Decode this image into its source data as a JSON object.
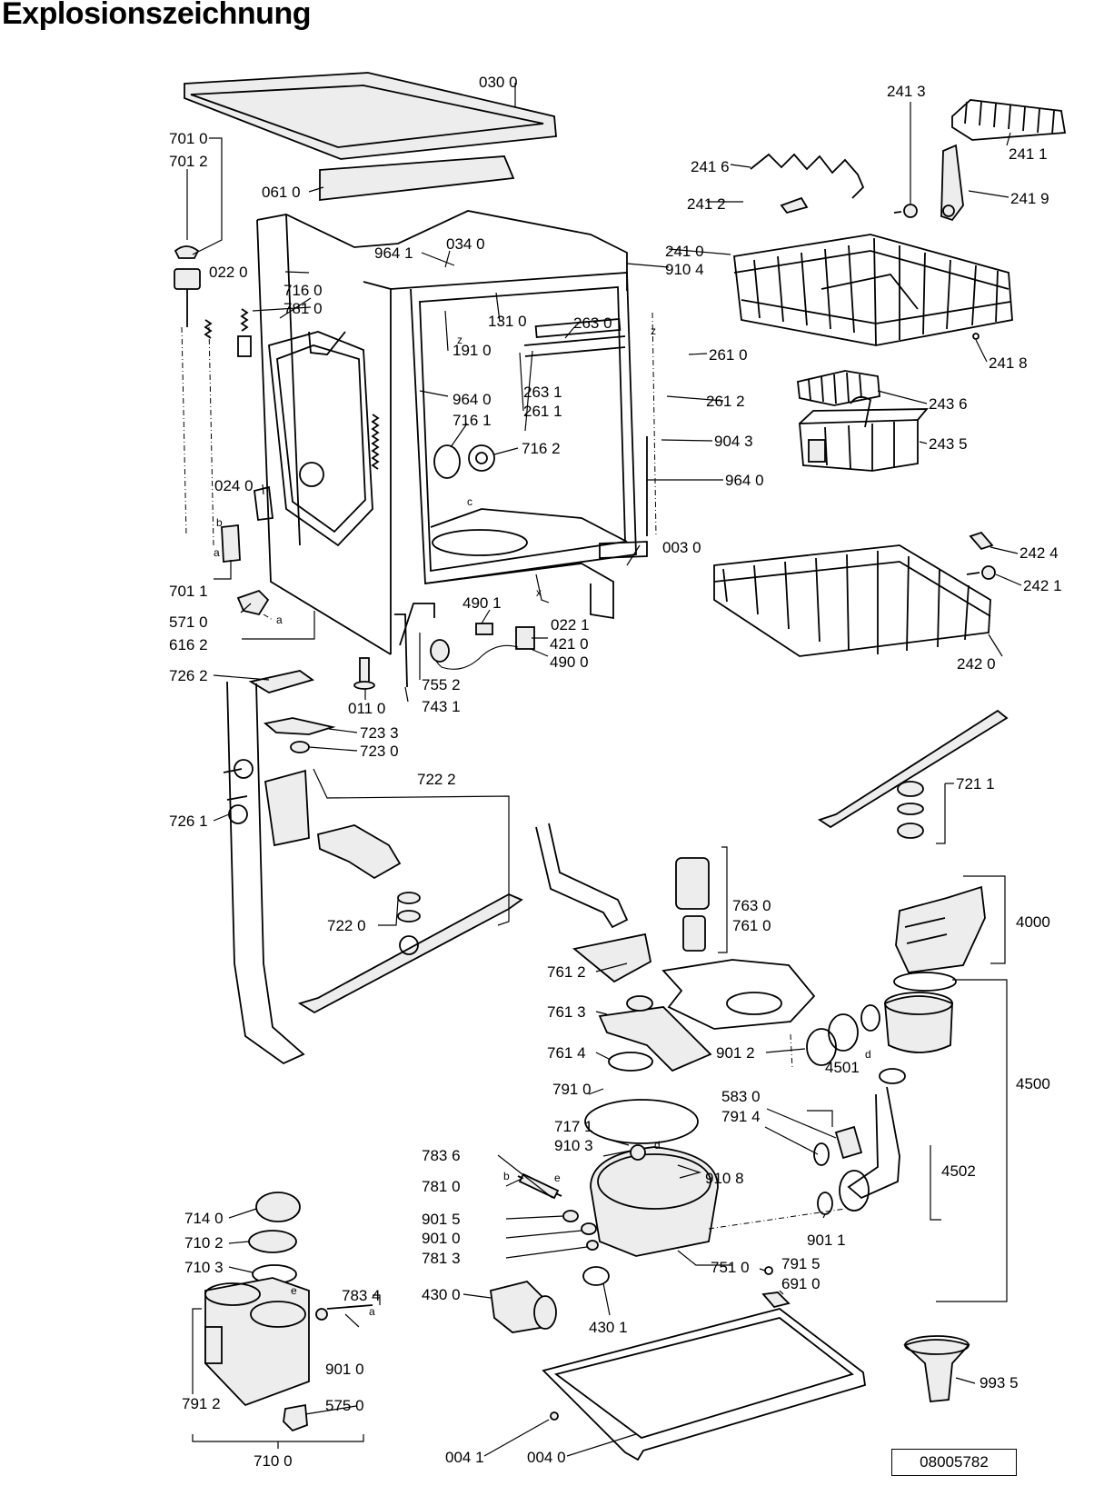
{
  "title": "Explosionszeichnung",
  "doc_number": "08005782",
  "parts": {
    "p0300": "030 0",
    "p0610": "061 0",
    "p7010": "701 0",
    "p7012": "701 2",
    "p0220": "022 0",
    "p7160": "716 0",
    "p7810": "781 0",
    "p9641": "964 1",
    "p0340": "034 0",
    "p1310": "131 0",
    "p2630": "263 0",
    "p1910": "191 0",
    "p9640a": "964 0",
    "p2631": "263 1",
    "p2611": "261 1",
    "p7161": "716 1",
    "p7162": "716 2",
    "p0240": "024 0",
    "p7011": "701 1",
    "p5710": "571 0",
    "p6162": "616 2",
    "p4901": "490 1",
    "p4210": "421 0",
    "p4900": "490 0",
    "p0221": "022 1",
    "p0030": "003 0",
    "p0110": "011 0",
    "p7552": "755 2",
    "p7431": "743 1",
    "p2413": "241 3",
    "p2411": "241 1",
    "p2416": "241 6",
    "p2412": "241 2",
    "p2419": "241 9",
    "p2410": "241 0",
    "p9104": "910 4",
    "p2418": "241 8",
    "p2610": "261 0",
    "p2612": "261 2",
    "p9043": "904 3",
    "p9640b": "964 0",
    "p2436": "243 6",
    "p2435": "243 5",
    "p2424": "242 4",
    "p2421": "242 1",
    "p2420": "242 0",
    "p7262": "726 2",
    "p7233": "723 3",
    "p7230": "723 0",
    "p7222": "722 2",
    "p7261": "726 1",
    "p7220": "722 0",
    "p7211": "721 1",
    "p7630": "763 0",
    "p7610": "761 0",
    "p4000": "4000",
    "p7612": "761 2",
    "p7613": "761 3",
    "p7614": "761 4",
    "p9012": "901 2",
    "p4501": "4501",
    "p4500": "4500",
    "p7910": "791 0",
    "p5830": "583 0",
    "p7914": "791 4",
    "p7171": "717 1",
    "p9103": "910 3",
    "p7836": "783 6",
    "p9108": "910 8",
    "p4502": "4502",
    "p7810b": "781 0",
    "p9015": "901 5",
    "p9010a": "901 0",
    "p7813": "781 3",
    "p9011": "901 1",
    "p7510": "751 0",
    "p7915": "791 5",
    "p4300": "430 0",
    "p6910": "691 0",
    "p4301": "430 1",
    "p7140": "714 0",
    "p7102": "710 2",
    "p7103": "710 3",
    "p7834": "783 4",
    "p9010b": "901 0",
    "p7912": "791 2",
    "p5750": "575 0",
    "p7100": "710 0",
    "p9935": "993 5",
    "p0041": "004 1",
    "p0040": "004 0"
  },
  "markers": {
    "a1": "a",
    "a2": "a",
    "a3": "a",
    "b1": "b",
    "b2": "b",
    "c1": "c",
    "d1": "d",
    "d2": "d",
    "e1": "e",
    "e2": "e",
    "x1": "x",
    "z1": "z",
    "z2": "z"
  }
}
